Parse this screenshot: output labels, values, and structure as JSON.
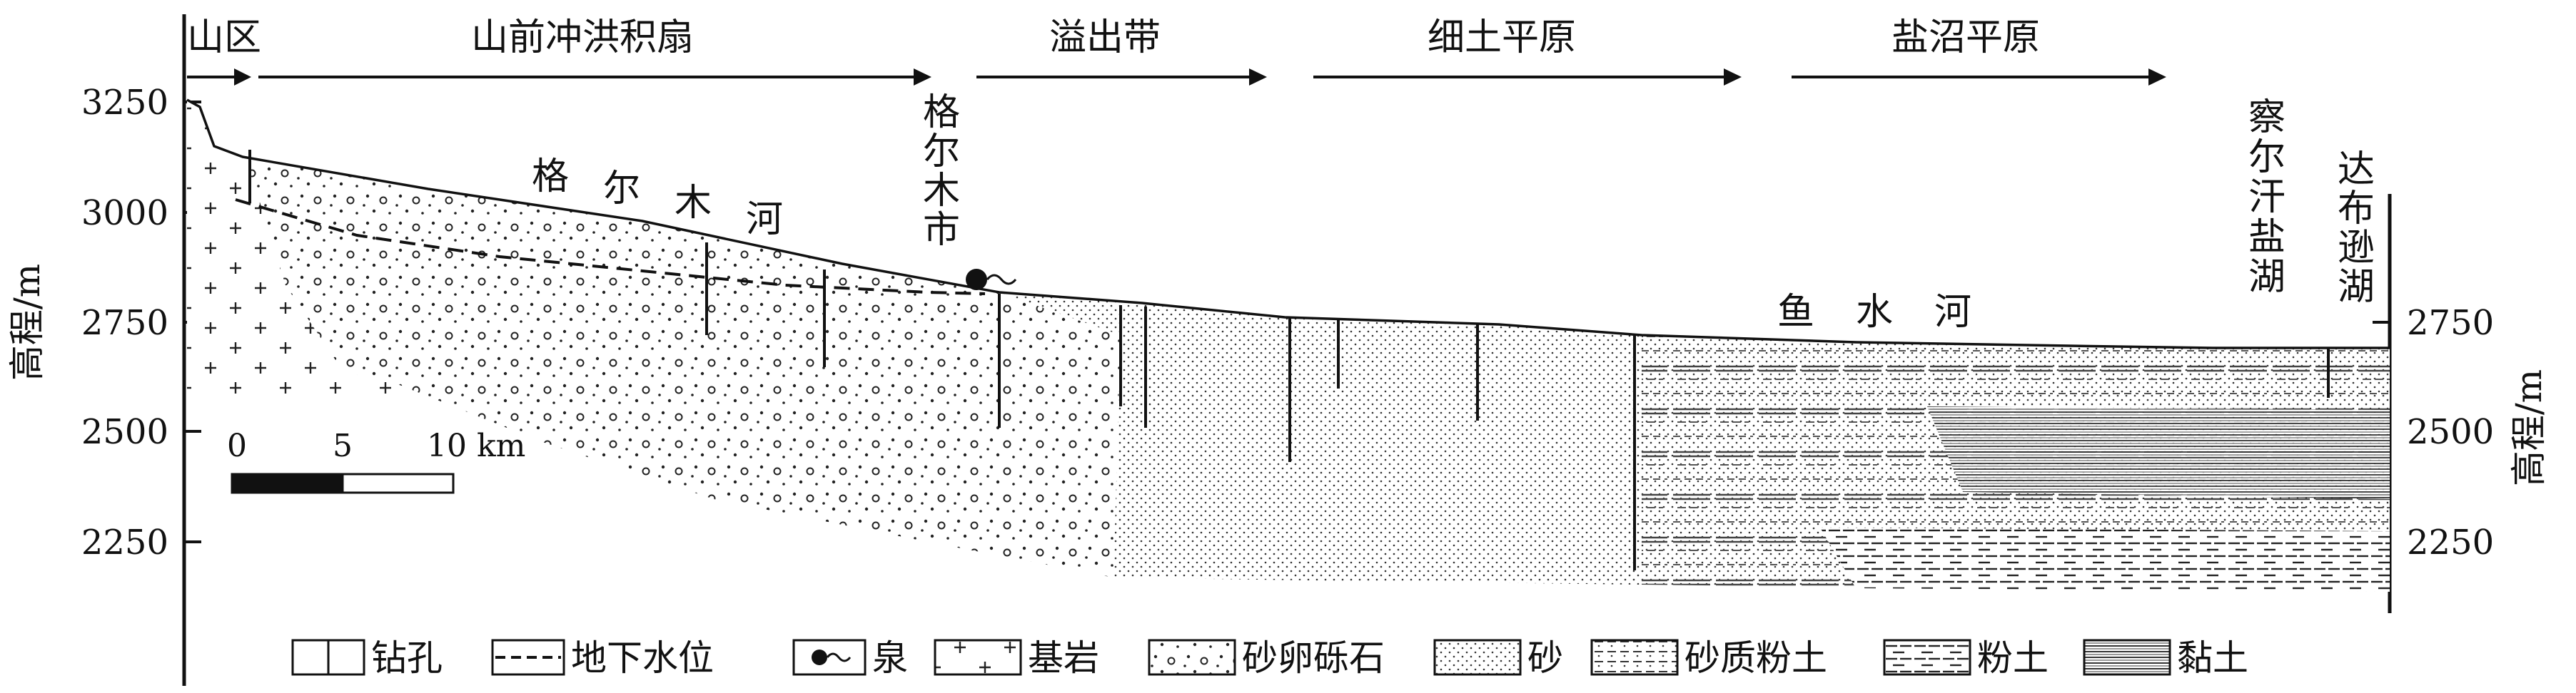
{
  "zones": [
    "山区",
    "山前冲洪积扇",
    "溢出带",
    "细土平原",
    "盐沼平原"
  ],
  "left_axis": {
    "label": "高程/m",
    "ticks": [
      "3250",
      "3000",
      "2750",
      "2500",
      "2250"
    ]
  },
  "right_axis": {
    "label": "高程/m",
    "ticks": [
      "2750",
      "2500",
      "2250"
    ]
  },
  "places": {
    "golmud_city": [
      "格",
      "尔",
      "木",
      "市"
    ],
    "qarhan_lake": [
      "察",
      "尔",
      "汗",
      "盐",
      "湖"
    ],
    "dabsan_lake": [
      "达",
      "布",
      "逊",
      "湖"
    ]
  },
  "rivers": {
    "golmud_river": [
      "格",
      "尔",
      "木",
      "河"
    ],
    "yushui_river": [
      "鱼",
      "水",
      "河"
    ]
  },
  "scale_bar": {
    "labels": [
      "0",
      "5",
      "10 km"
    ]
  },
  "legend": [
    "钻孔",
    "地下水位",
    "泉",
    "基岩",
    "砂卵砾石",
    "砂",
    "砂质粉土",
    "粉土",
    "黏土"
  ]
}
